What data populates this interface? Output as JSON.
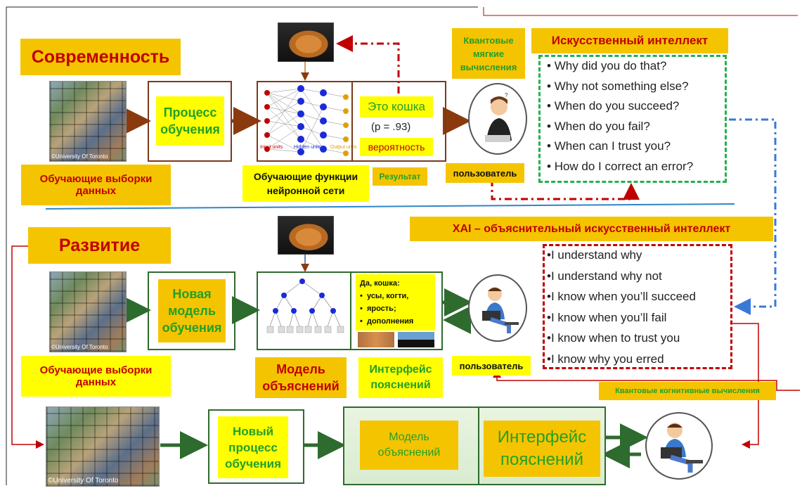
{
  "top_section": {
    "title": "Современность",
    "training_data": "Обучающие выборки данных",
    "photo_caption": "©University Of Toronto",
    "learning_process": "Процесс обучения",
    "nn_functions": "Обучающие функции нейронной сети",
    "nn_legend": [
      "Input units",
      "Hidden units",
      "Output units"
    ],
    "result_text": "Это кошка",
    "probability": "(p = .93)",
    "probability_label": "вероятность",
    "result_label": "Результат",
    "quantum_soft": "Квантовые мягкие вычисления",
    "ai_title": "Искусственный интеллект",
    "user_label": "пользователь",
    "questions": [
      "Why did you do that?",
      "Why not something else?",
      "When do you succeed?",
      "When do you fail?",
      "When can I trust you?",
      "How do I correct an error?"
    ]
  },
  "middle_section": {
    "xai_title": "XAI – объяснительный искусственный интеллект",
    "title": "Развитие",
    "training_data": "Обучающие выборки данных",
    "photo_caption": "©University Of Toronto",
    "new_model": "Новая модель обучения",
    "explanation_model": "Модель объяснений",
    "explanation_interface": "Интерфейс пояснений",
    "cat_answer_title": "Да, кошка:",
    "cat_answer_items": [
      "усы, когти,",
      "ярость;",
      "дополнения"
    ],
    "user_label": "пользователь",
    "quantum_cognitive": "Квантовые когнитивные вычисления",
    "answers": [
      "I understand why",
      "I understand why not",
      "I know when you’ll succeed",
      "I know when you’ll fail",
      "I know when to trust you",
      "I know why you erred"
    ]
  },
  "bottom_section": {
    "photo_caption": "©University Of Toronto",
    "new_process": "Новый процесс обучения",
    "explanation_model": "Модель объяснений",
    "explanation_interface": "Интерфейс пояснений"
  },
  "colors": {
    "orange_label": "#f5c400",
    "yellow_label": "#ffff00",
    "dark_red_text": "#c00000",
    "green_text": "#22a02a",
    "arrow_brown": "#8b3a10",
    "arrow_green": "#2e6b2e",
    "dashed_green": "#22b24c",
    "dashed_red": "#c00000",
    "dashed_blue": "#3a78d8",
    "divider_blue": "#2e86c8"
  }
}
